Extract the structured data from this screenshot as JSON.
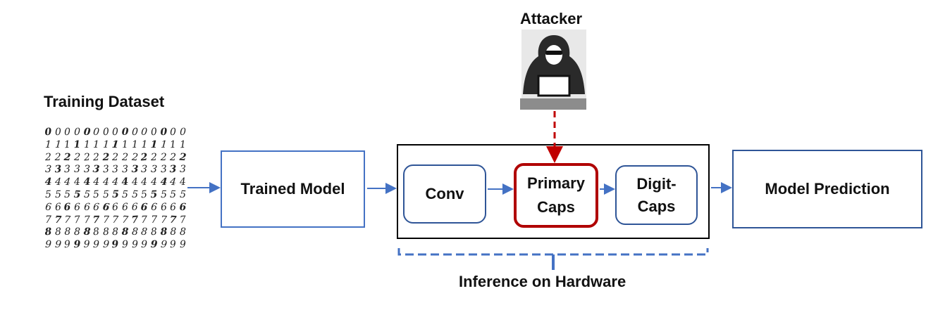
{
  "attacker": {
    "label": "Attacker"
  },
  "training": {
    "label": "Training Dataset",
    "rows": [
      "000000000000000",
      "111111111111111",
      "222222222222222",
      "333333333333333",
      "444444444444444",
      "555555555555555",
      "666666666666666",
      "777777777777777",
      "888888888888888",
      "999999999999999"
    ]
  },
  "trained_model": {
    "label": "Trained Model"
  },
  "hardware": {
    "conv": "Conv",
    "primary_caps_line1": "Primary",
    "primary_caps_line2": "Caps",
    "digit_caps_line1": "Digit-",
    "digit_caps_line2": "Caps",
    "caption": "Inference on Hardware"
  },
  "prediction": {
    "label": "Model Prediction"
  },
  "colors": {
    "arrow_blue": "#4472C4",
    "attack_red": "#C00000",
    "box_blue": "#2F5597",
    "highlight_red": "#B00000"
  }
}
